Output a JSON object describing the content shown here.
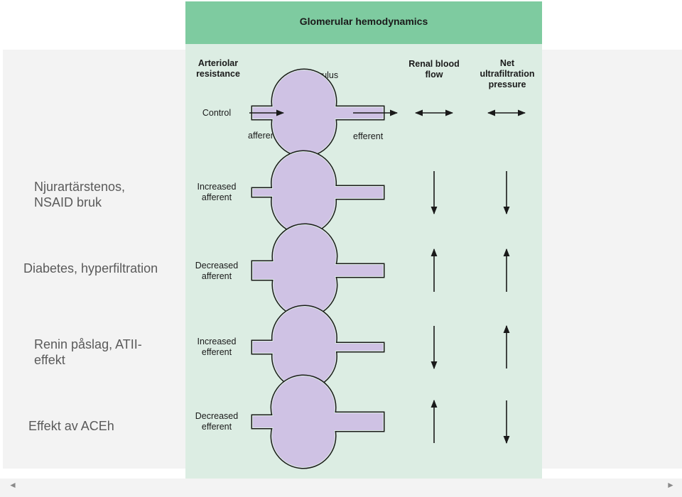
{
  "slide": {
    "labels": [
      {
        "line1": "Njurartärstenos,",
        "line2": "NSAID bruk"
      },
      {
        "line1": "Diabetes, hyperfiltration",
        "line2": ""
      },
      {
        "line1": "Renin påslag, ATII-",
        "line2": "effekt"
      },
      {
        "line1": "Effekt av ACEh",
        "line2": ""
      }
    ],
    "nav": {
      "prev_icon": "◄",
      "next_icon": "►"
    }
  },
  "figure": {
    "title": "Glomerular hemodynamics",
    "columns": {
      "resistance": {
        "line1": "Arteriolar",
        "line2": "resistance"
      },
      "rbf": {
        "line1": "Renal blood",
        "line2": "flow"
      },
      "nfp": {
        "line1": "Net",
        "line2": "ultrafiltration",
        "line3": "pressure"
      }
    },
    "glomerulus_label": "glomerulus",
    "afferent_label": "afferent",
    "efferent_label": "efferent",
    "rows": [
      {
        "label1": "Control",
        "label2": "",
        "rbf": "unchanged",
        "nfp": "unchanged"
      },
      {
        "label1": "Increased",
        "label2": "afferent",
        "rbf": "decrease",
        "nfp": "decrease"
      },
      {
        "label1": "Decreased",
        "label2": "afferent",
        "rbf": "increase",
        "nfp": "increase"
      },
      {
        "label1": "Increased",
        "label2": "efferent",
        "rbf": "decrease",
        "nfp": "increase"
      },
      {
        "label1": "Decreased",
        "label2": "efferent",
        "rbf": "increase",
        "nfp": "decrease"
      }
    ],
    "colors": {
      "header": "#7ecba0",
      "panel": "#dcede3",
      "vessel_fill": "#cfc2e4",
      "stroke": "#1a1a1a"
    }
  }
}
